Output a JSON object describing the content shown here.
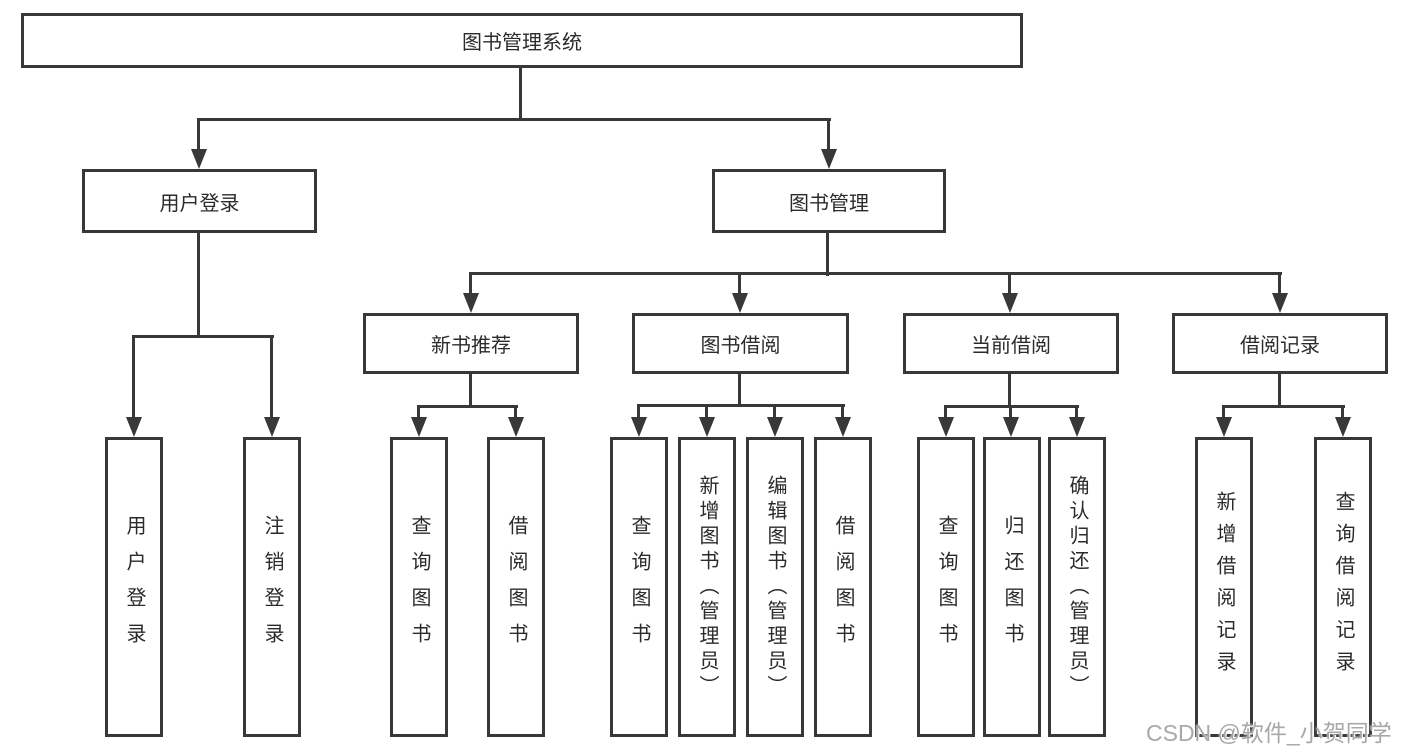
{
  "diagram": {
    "root": {
      "label": "图书管理系统"
    },
    "level2": [
      {
        "label": "用户登录"
      },
      {
        "label": "图书管理"
      }
    ],
    "level3": [
      {
        "label": "新书推荐"
      },
      {
        "label": "图书借阅"
      },
      {
        "label": "当前借阅"
      },
      {
        "label": "借阅记录"
      }
    ],
    "leaves": [
      {
        "label": "用户登录"
      },
      {
        "label": "注销登录"
      },
      {
        "label": "查询图书"
      },
      {
        "label": "借阅图书"
      },
      {
        "label": "查询图书"
      },
      {
        "label": "新增图书（管理员）"
      },
      {
        "label": "编辑图书（管理员）"
      },
      {
        "label": "借阅图书"
      },
      {
        "label": "查询图书"
      },
      {
        "label": "归还图书"
      },
      {
        "label": "确认归还（管理员）"
      },
      {
        "label": "新增借阅记录"
      },
      {
        "label": "查询借阅记录"
      }
    ]
  },
  "watermark": {
    "text": "CSDN @软件_小贺同学"
  },
  "colors": {
    "line": "#383838",
    "box_border": "#383838",
    "box_fill": "#ffffff",
    "text": "#2b2b2b",
    "watermark": "#a8a8a8",
    "background": "#ffffff"
  }
}
